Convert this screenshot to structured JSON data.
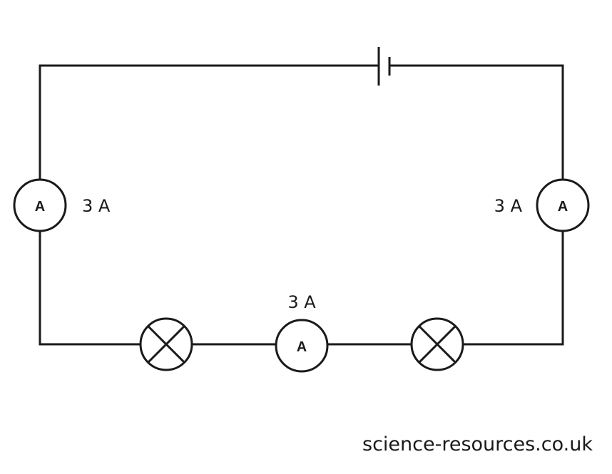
{
  "circuit": {
    "cell": {
      "icon": "cell-symbol"
    },
    "ammeters": [
      {
        "symbol": "A",
        "reading": "3 A"
      },
      {
        "symbol": "A",
        "reading": "3 A"
      },
      {
        "symbol": "A",
        "reading": "3 A"
      }
    ],
    "lamps": [
      {
        "icon": "lamp-symbol"
      },
      {
        "icon": "lamp-symbol"
      }
    ]
  },
  "credit": "science-resources.co.uk"
}
